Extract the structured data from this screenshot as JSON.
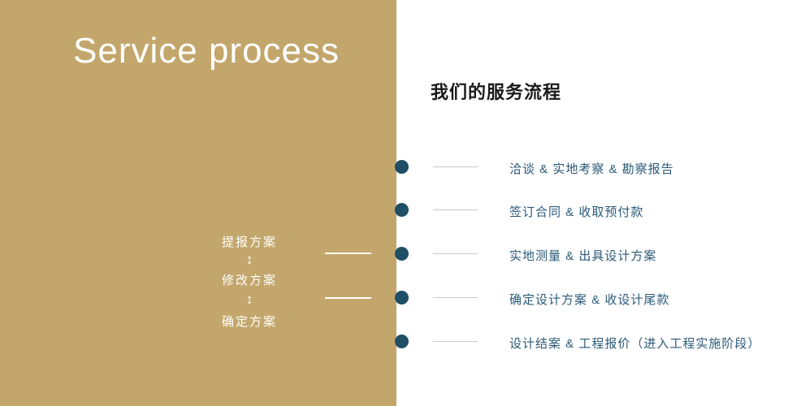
{
  "page": {
    "gold_bg": "#c3a66b",
    "dot_color": "#1f4e66",
    "row_text_color": "#2b5a78"
  },
  "header": {
    "title": "Service process",
    "subtitle": "我们的服务流程"
  },
  "flow": {
    "arrow_icon": "↕",
    "steps": [
      {
        "label": "提报方案"
      },
      {
        "label": "修改方案"
      },
      {
        "label": "确定方案"
      }
    ]
  },
  "timeline": {
    "rows": [
      {
        "text": "洽谈 & 实地考察 & 勘察报告"
      },
      {
        "text": "签订合同 & 收取预付款"
      },
      {
        "text": "实地测量 & 出具设计方案"
      },
      {
        "text": "确定设计方案 & 收设计尾款"
      },
      {
        "text": "设计结案 & 工程报价（进入工程实施阶段）"
      }
    ]
  }
}
